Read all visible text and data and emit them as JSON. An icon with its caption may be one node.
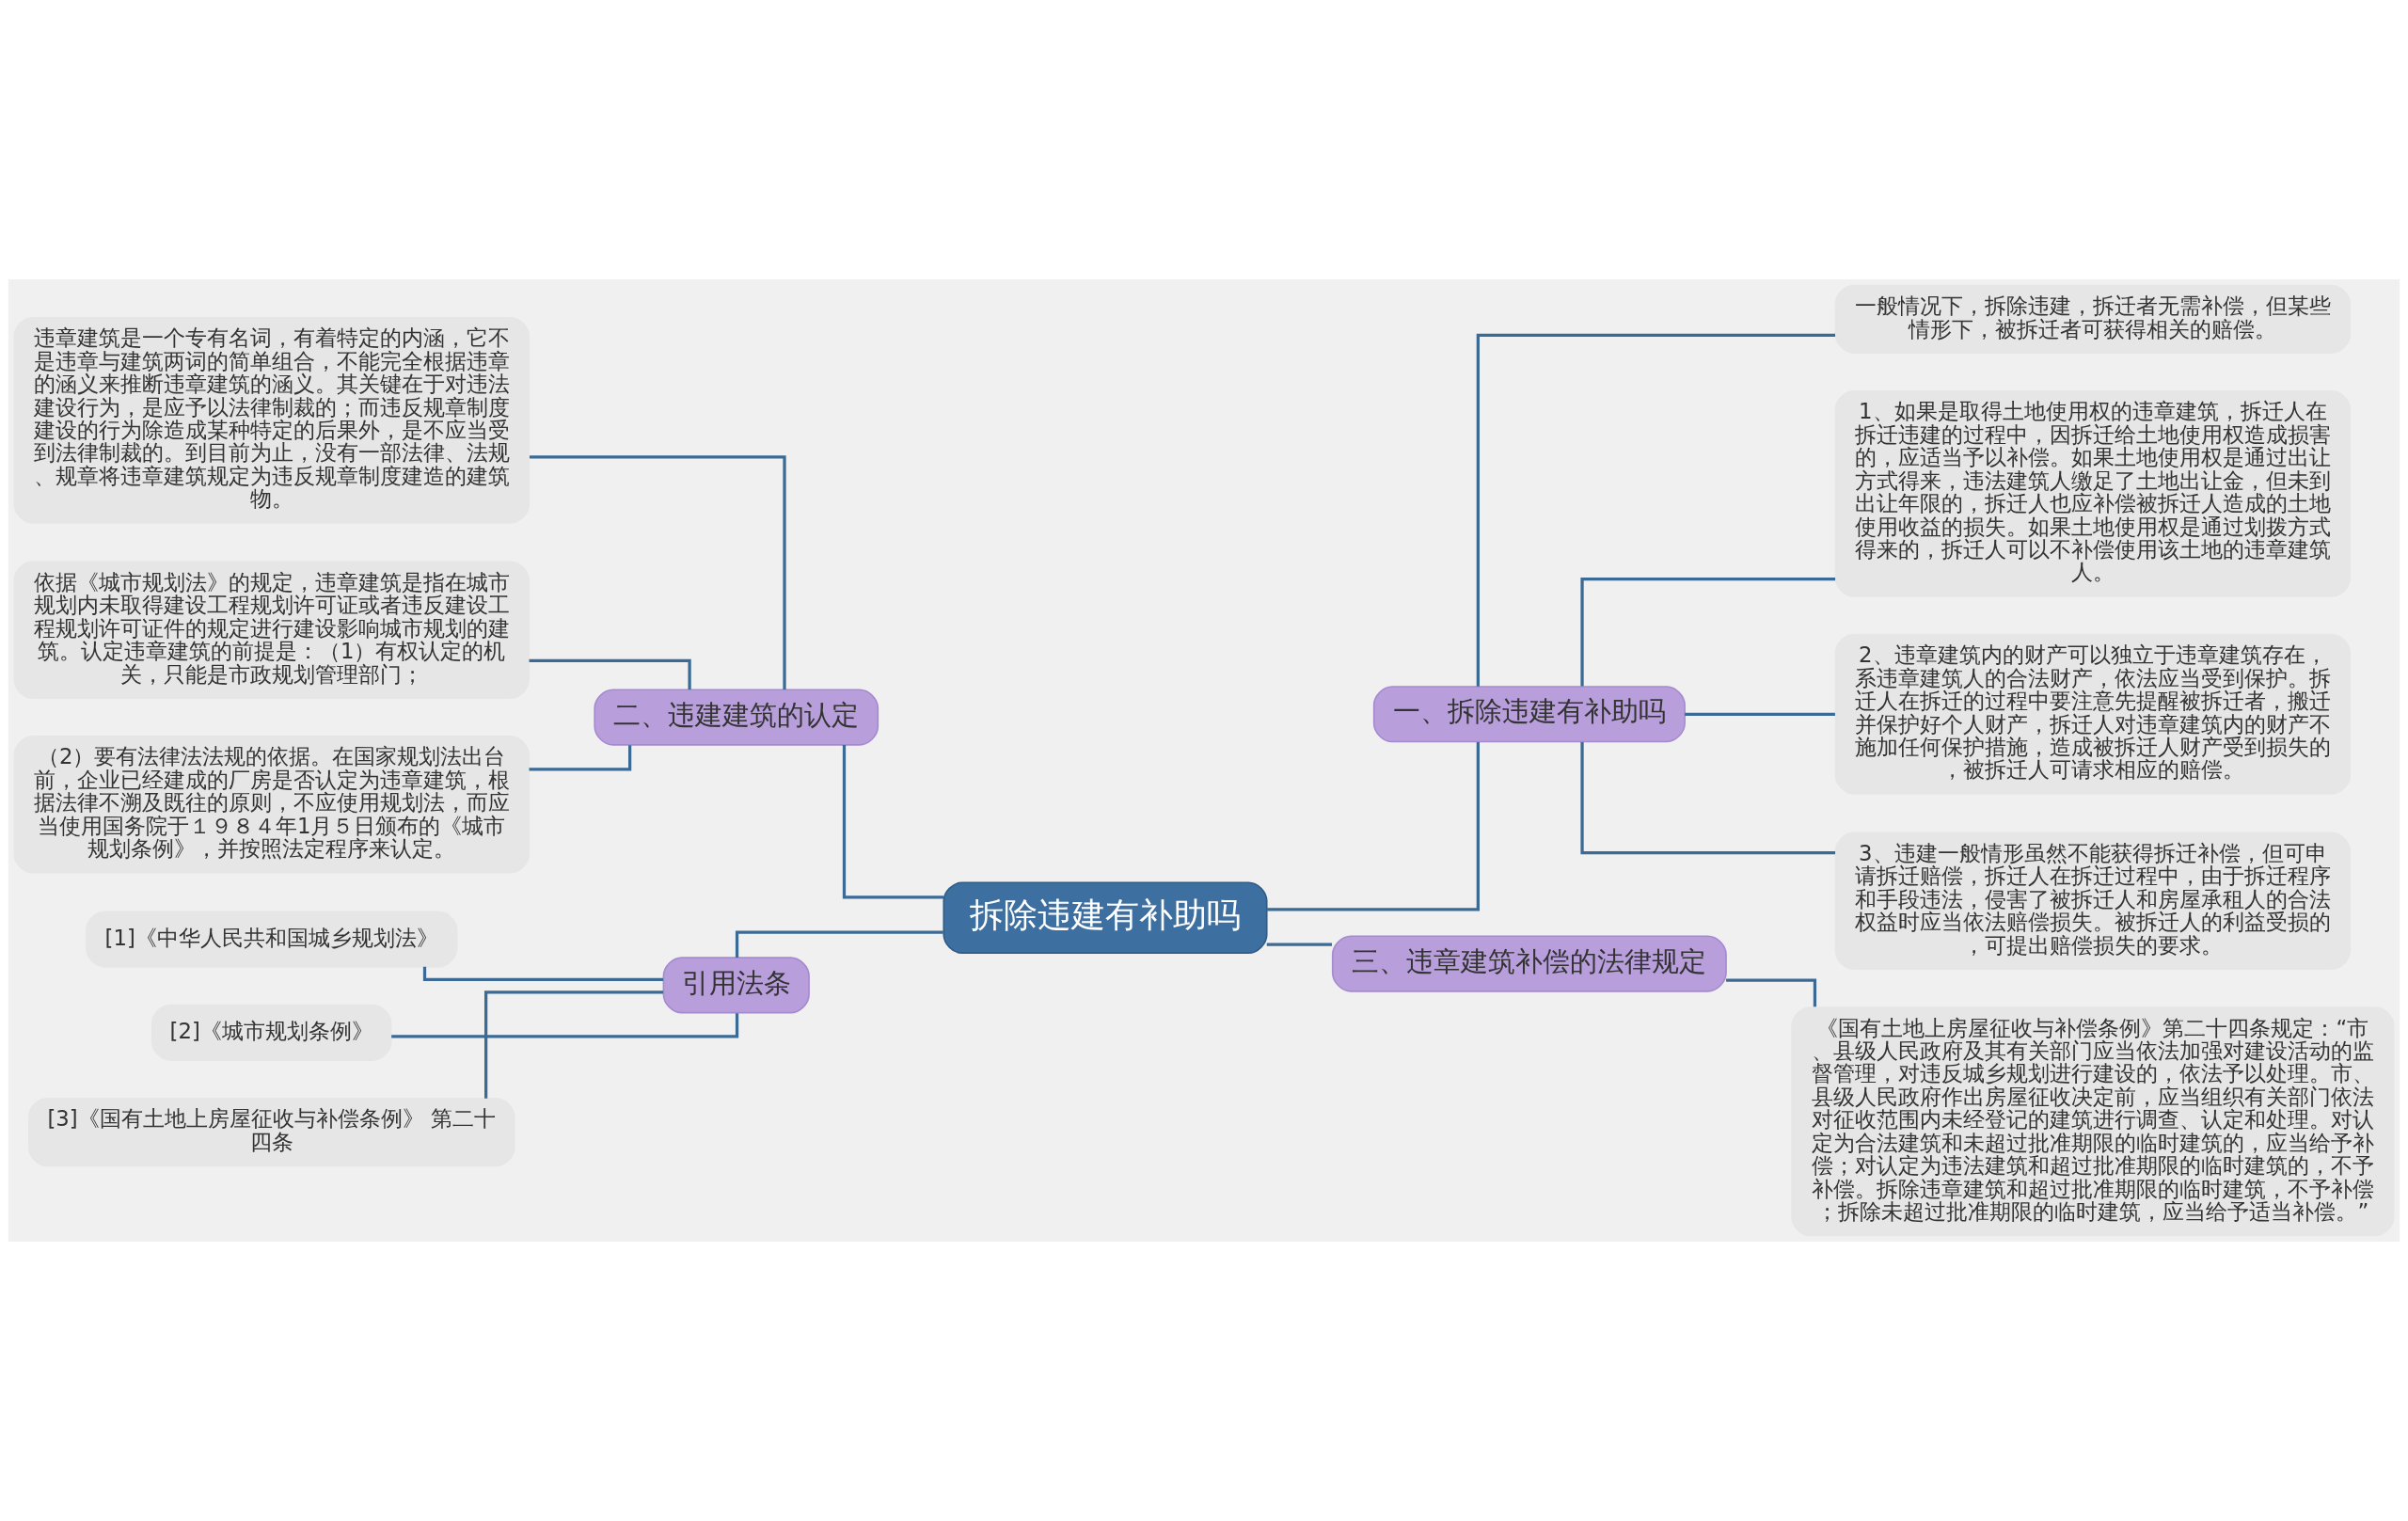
{
  "diagram": {
    "nodes": [
      {
        "text": [
          "拆除违建有补助吗"
        ]
      },
      {
        "text": [
          "一、拆除违建有补助吗"
        ]
      },
      {
        "text": [
          "一般情况下，拆除违建，拆迁者无需补偿，但某些情形下，被拆迁者可获得相关的赔偿。"
        ]
      },
      {
        "text": [
          "1、如果是取得土地使用权的违章建筑，拆迁人在拆迁违建的过程中，因拆迁给土地使用权造成损害的，应适当予以补偿。如果土地使用权是通过出让方式得来，违法建筑人缴足了土地出让金，但未到出让年限的，拆迁人也应补偿被拆迁人造成的土地使用收益的损失。如果土地使用权是通过划拨方式得来的，拆迁人可以不补偿使用该土地的违章建筑人。"
        ]
      },
      {
        "text": [
          "2、违章建筑内的财产可以独立于违章建筑存在，系违章建筑人的合法财产，依法应当受到保护。拆迁人在拆迁的过程中要注意先提醒被拆迁者，搬迁并保护好个人财产，拆迁人对违章建筑内的财产不施加任何保护措施，造成被拆迁人财产受到损失的，被拆迁人可请求相应的赔偿。"
        ]
      },
      {
        "text": [
          "3、违建一般情形虽然不能获得拆迁补偿，但可申请拆迁赔偿，拆迁人在拆迁过程中，由于拆迁程序和手段违法，侵害了被拆迁人和房屋承租人的合法权益时应当依法赔偿损失。被拆迁人的利益受损的，可提出赔偿损失的要求。"
        ]
      },
      {
        "text": [
          "三、违章建筑补偿的法律规定"
        ]
      },
      {
        "text": [
          "《国有土地上房屋征收与补偿条例》第二十四条规定：“市、县级人民政府及其有关部门应当依法加强对建设活动的监督管理，对违反城乡规划进行建设的，依法予以处理。市、县级人民政府作出房屋征收决定前，应当组织有关部门依法对征收范围内未经登记的建筑进行调查、认定和处理。对认定为合法建筑和未超过批准期限的临时建筑的，应当给予补偿；对认定为违法建筑和超过批准期限的临时建筑的，不予补偿。拆除违章建筑和超过批准期限的临时建筑，不予补偿；拆除未超过批准期限的临时建筑，应当给予适当补偿。”"
        ]
      },
      {
        "text": [
          "二、违建建筑的认定"
        ]
      },
      {
        "text": [
          "违章建筑是一个专有名词，有着特定的内涵，它不是违章与建筑两词的简单组合，不能完全根据违章的涵义来推断违章建筑的涵义。其关键在于对违法建设行为，是应予以法律制裁的；而违反规章制度建设的行为除造成某种特定的后果外，是不应当受到法律制裁的。到目前为止，没有一部法律、法规、规章将违章建筑规定为违反规章制度建造的建筑物。"
        ]
      },
      {
        "text": [
          "依据《城市规划法》的规定，违章建筑是指在城市规划内未取得建设工程规划许可证或者违反建设工程规划许可证件的规定进行建设影响城市规划的建筑。认定违章建筑的前提是：（1）有权认定的机关，只能是市政规划管理部门；"
        ]
      },
      {
        "text": [
          "（2）要有法律法法规的依据。在国家规划法出台前，企业已经建成的厂房是否认定为违章建筑，根据法律不溯及既往的原则，不应使用规划法，而应当使用国务院于１９８４年1月５日颁布的《城市规划条例》，并按照法定程序来认定。"
        ]
      },
      {
        "text": [
          "引用法条"
        ]
      },
      {
        "text": [
          "[1]《中华人民共和国城乡规划法》"
        ]
      },
      {
        "text": [
          "[2]《城市规划条例》"
        ]
      },
      {
        "text": [
          "[3]《国有土地上房屋征收与补偿条例》 第二十四条"
        ]
      }
    ],
    "edges": [
      {
        "from": 0,
        "to": 1,
        "arrow": "none"
      },
      {
        "from": 1,
        "to": 2,
        "arrow": "none"
      },
      {
        "from": 1,
        "to": 3,
        "arrow": "none"
      },
      {
        "from": 1,
        "to": 4,
        "arrow": "none"
      },
      {
        "from": 1,
        "to": 5,
        "arrow": "none"
      },
      {
        "from": 0,
        "to": 6,
        "arrow": "none"
      },
      {
        "from": 6,
        "to": 7,
        "arrow": "none"
      },
      {
        "from": 0,
        "to": 8,
        "arrow": "none"
      },
      {
        "from": 8,
        "to": 9,
        "arrow": "none"
      },
      {
        "from": 8,
        "to": 10,
        "arrow": "none"
      },
      {
        "from": 8,
        "to": 11,
        "arrow": "none"
      },
      {
        "from": 0,
        "to": 12,
        "arrow": "none"
      },
      {
        "from": 12,
        "to": 13,
        "arrow": "none"
      },
      {
        "from": 12,
        "to": 14,
        "arrow": "none"
      },
      {
        "from": 12,
        "to": 15,
        "arrow": "none"
      }
    ]
  }
}
